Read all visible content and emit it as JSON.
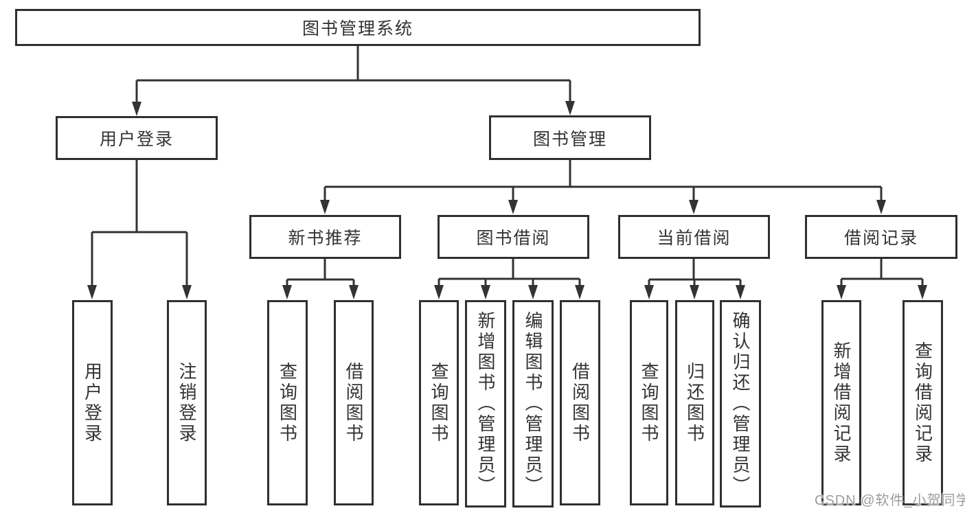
{
  "tree": {
    "root": {
      "label": "图书管理系统"
    },
    "branches": [
      {
        "label": "用户登录",
        "children": [
          {
            "label": "用户登录"
          },
          {
            "label": "注销登录"
          }
        ]
      },
      {
        "label": "图书管理",
        "children": [
          {
            "label": "新书推荐",
            "children": [
              {
                "label": "查询图书"
              },
              {
                "label": "借阅图书"
              }
            ]
          },
          {
            "label": "图书借阅",
            "children": [
              {
                "label": "查询图书"
              },
              {
                "label": "新增图书（管理员）"
              },
              {
                "label": "编辑图书（管理员）"
              },
              {
                "label": "借阅图书"
              }
            ]
          },
          {
            "label": "当前借阅",
            "children": [
              {
                "label": "查询图书"
              },
              {
                "label": "归还图书"
              },
              {
                "label": "确认归还（管理员）"
              }
            ]
          },
          {
            "label": "借阅记录",
            "children": [
              {
                "label": "新增借阅记录"
              },
              {
                "label": "查询借阅记录"
              }
            ]
          }
        ]
      }
    ]
  },
  "watermark": {
    "text": "CSDN @软件_小贺同学"
  },
  "colors": {
    "line": "#333333",
    "box_border": "#2f2f2f",
    "text": "#333333",
    "bg": "#ffffff",
    "watermark": "#9c9c9c"
  }
}
